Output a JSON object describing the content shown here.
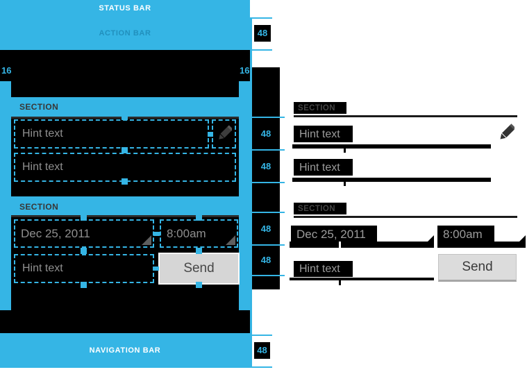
{
  "colors": {
    "accent_blue": "#35b5e5",
    "action_bar_text": "#2190bd",
    "hint_gray": "#8f8f8f"
  },
  "left_mockup": {
    "status_bar_label": "STATUS BAR",
    "action_bar_label": "ACTION BAR",
    "left_margin": "16",
    "right_margin": "16",
    "section_1_label": "SECTION",
    "field_1_hint": "Hint text",
    "field_2_hint": "Hint text",
    "section_2_label": "SECTION",
    "date_value": "Dec 25, 2011",
    "time_value": "8:00am",
    "field_3_hint": "Hint text",
    "send_button_label": "Send",
    "nav_bar_label": "NAVIGATION BAR"
  },
  "ruler": {
    "action_bar_height": "48",
    "field_row_heights": [
      "48",
      "48",
      "48",
      "48"
    ],
    "nav_bar_height": "48"
  },
  "right_panel": {
    "section_1_label": "SECTION",
    "field_1_hint": "Hint text",
    "field_2_hint": "Hint text",
    "section_2_label": "SECTION",
    "date_value": "Dec 25, 2011",
    "time_value": "8:00am",
    "field_3_hint": "Hint text",
    "send_button_label": "Send"
  }
}
